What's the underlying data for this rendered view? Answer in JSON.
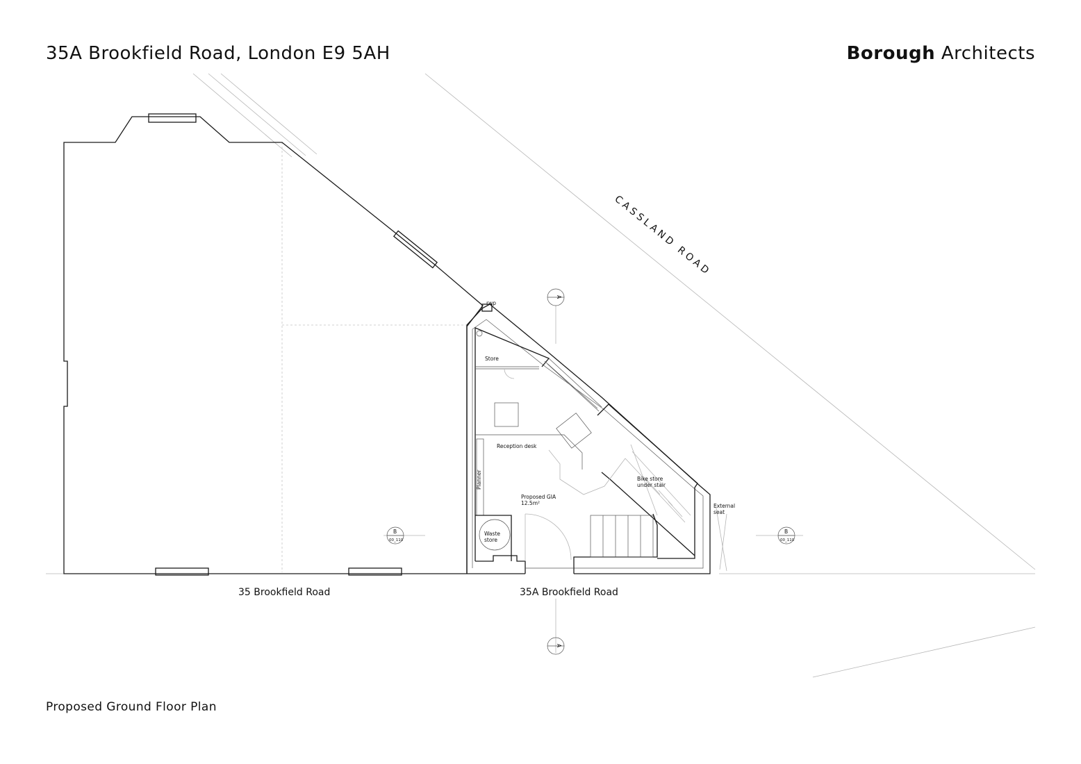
{
  "header": {
    "address": "35A Brookfield Road, London E9 5AH",
    "firm_bold": "Borough",
    "firm_rest": " Architects"
  },
  "drawing": {
    "road_label": "CASSLAND ROAD",
    "property_left": "35 Brookfield Road",
    "property_right": "35A Brookfield Road",
    "rooms": {
      "store": "Store",
      "reception": "Reception desk",
      "planner": "Planner",
      "gia_label": "Proposed GIA",
      "gia_value": "12.5m²",
      "waste_line1": "Waste",
      "waste_line2": "store",
      "bike_line1": "Bike store",
      "bike_line2": "under stair",
      "seat_line1": "External",
      "seat_line2": "seat",
      "rwp": "rwp"
    },
    "section_markers": {
      "a_letter": "A",
      "b_letter": "B",
      "ref": "00_110"
    }
  },
  "caption": "Proposed Ground Floor Plan"
}
